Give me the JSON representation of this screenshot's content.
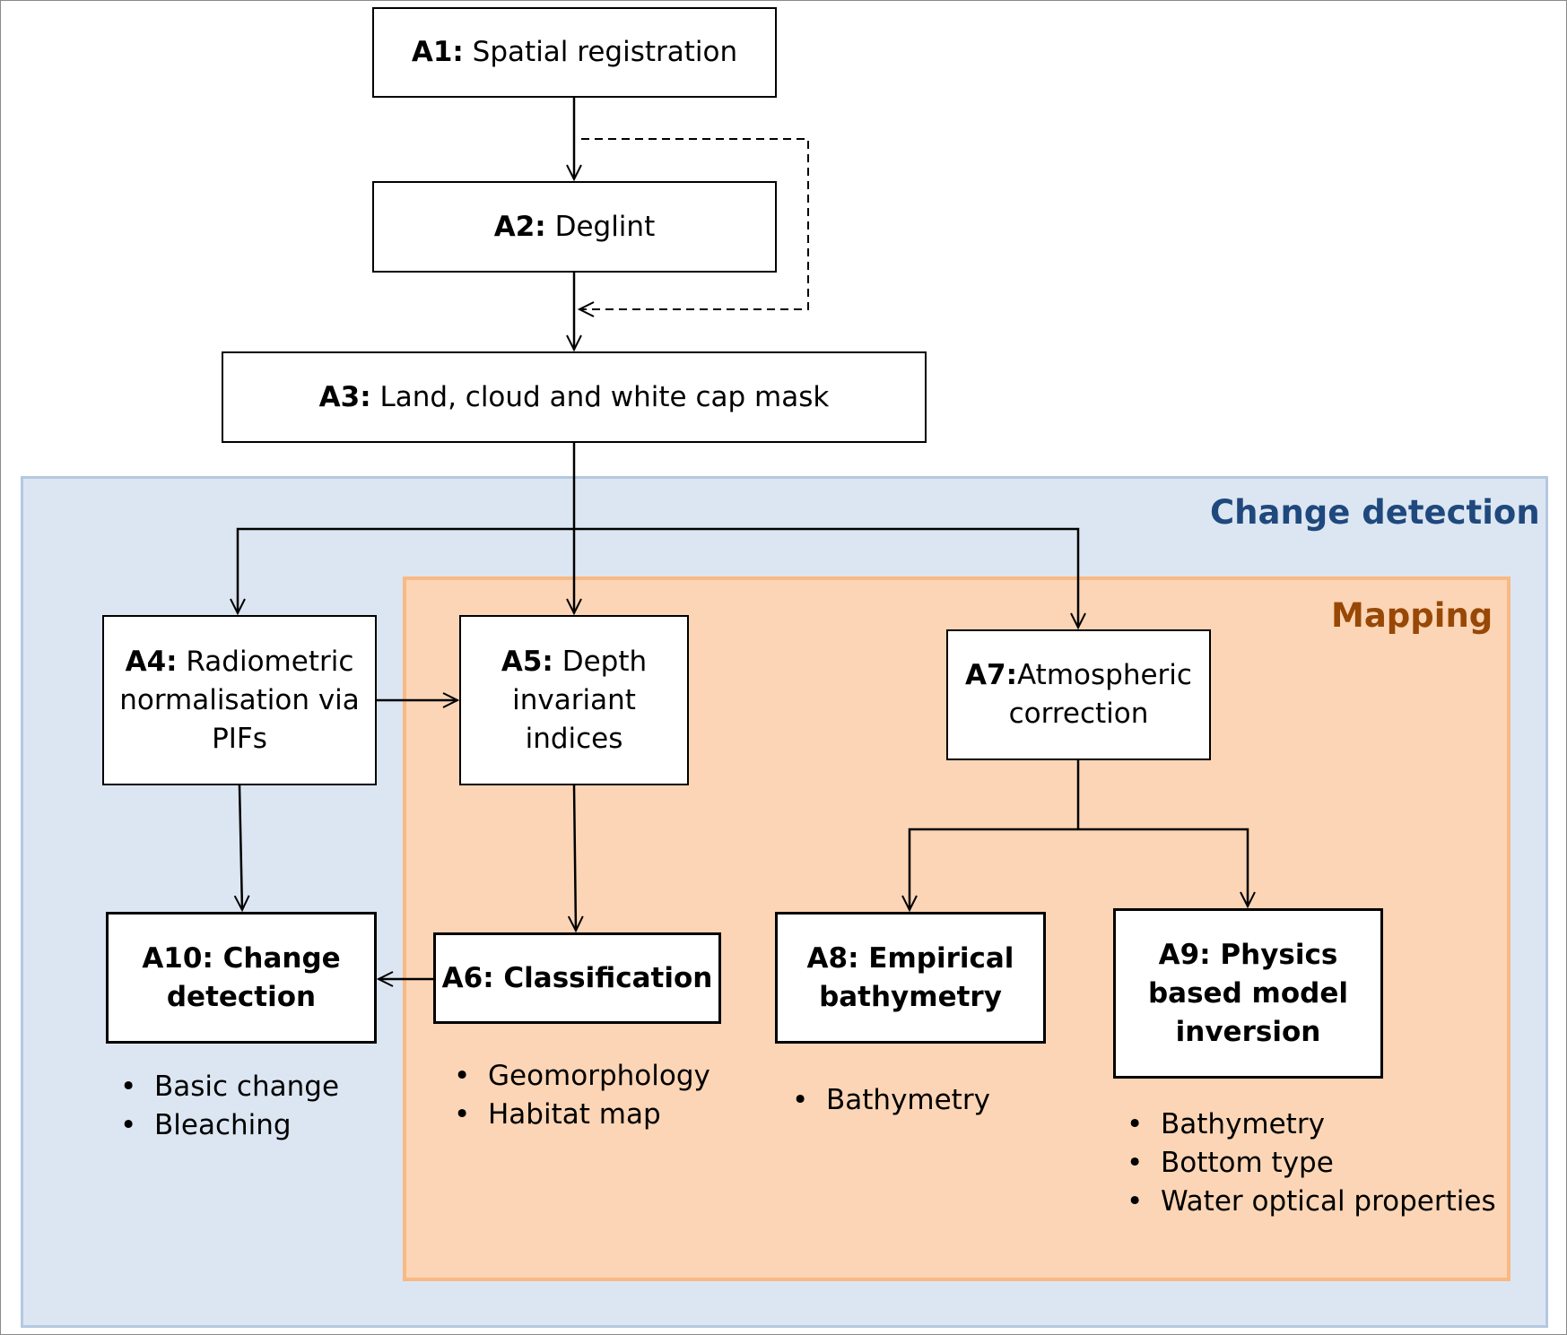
{
  "regions": {
    "change_detection": {
      "title": "Change detection",
      "color": "#1f497d",
      "fill": "#dce6f2"
    },
    "mapping": {
      "title": "Mapping",
      "color": "#984806",
      "fill": "#fbd5b5"
    }
  },
  "steps": {
    "a1": {
      "id": "A1:",
      "label": " Spatial registration"
    },
    "a2": {
      "id": "A2:",
      "label": " Deglint"
    },
    "a3": {
      "id": "A3:",
      "label": " Land, cloud and white cap mask"
    },
    "a4": {
      "id": "A4:",
      "label_line1": " Radiometric",
      "label_line2": "normalisation via",
      "label_line3": "PIFs"
    },
    "a5": {
      "id": "A5:",
      "label_line1": " Depth",
      "label_line2": "invariant",
      "label_line3": "indices"
    },
    "a6": {
      "label": "A6: Classification"
    },
    "a7": {
      "id": "A7:",
      "label_line1": "Atmospheric",
      "label_line2": "correction"
    },
    "a8": {
      "label_line1": "A8: Empirical",
      "label_line2": "bathymetry"
    },
    "a9": {
      "label_line1": "A9: Physics",
      "label_line2": "based model",
      "label_line3": "inversion"
    },
    "a10": {
      "label_line1": "A10: Change",
      "label_line2": "detection"
    }
  },
  "outputs": {
    "a10": [
      "Basic change",
      "Bleaching"
    ],
    "a6": [
      "Geomorphology",
      "Habitat map"
    ],
    "a8": [
      "Bathymetry"
    ],
    "a9": [
      "Bathymetry",
      "Bottom type",
      "Water optical properties"
    ]
  }
}
